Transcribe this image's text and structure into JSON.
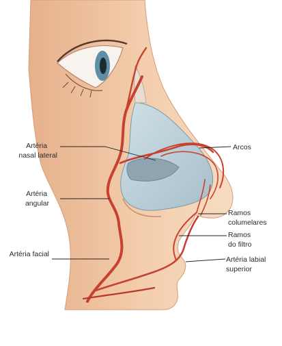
{
  "labels": {
    "nasal_lateral_line1": "Artéria",
    "nasal_lateral_line2": "nasal lateral",
    "angular_line1": "Artéria",
    "angular_line2": "angular",
    "facial": "Artéria facial",
    "arcos": "Arcos",
    "columelares_line1": "Ramos",
    "columelares_line2": "columelares",
    "filtro_line1": "Ramos",
    "filtro_line2": "do filtro",
    "labial_line1": "Artéria labial",
    "labial_line2": "superior"
  },
  "colors": {
    "skin": "#f2c9a6",
    "skin_shadow": "#e3aa86",
    "cartilage": "#bfd3dc",
    "cartilage_dark": "#93aab6",
    "artery": "#c8402f",
    "artery_dark": "#9e2a1e",
    "leader_line": "#222222"
  }
}
